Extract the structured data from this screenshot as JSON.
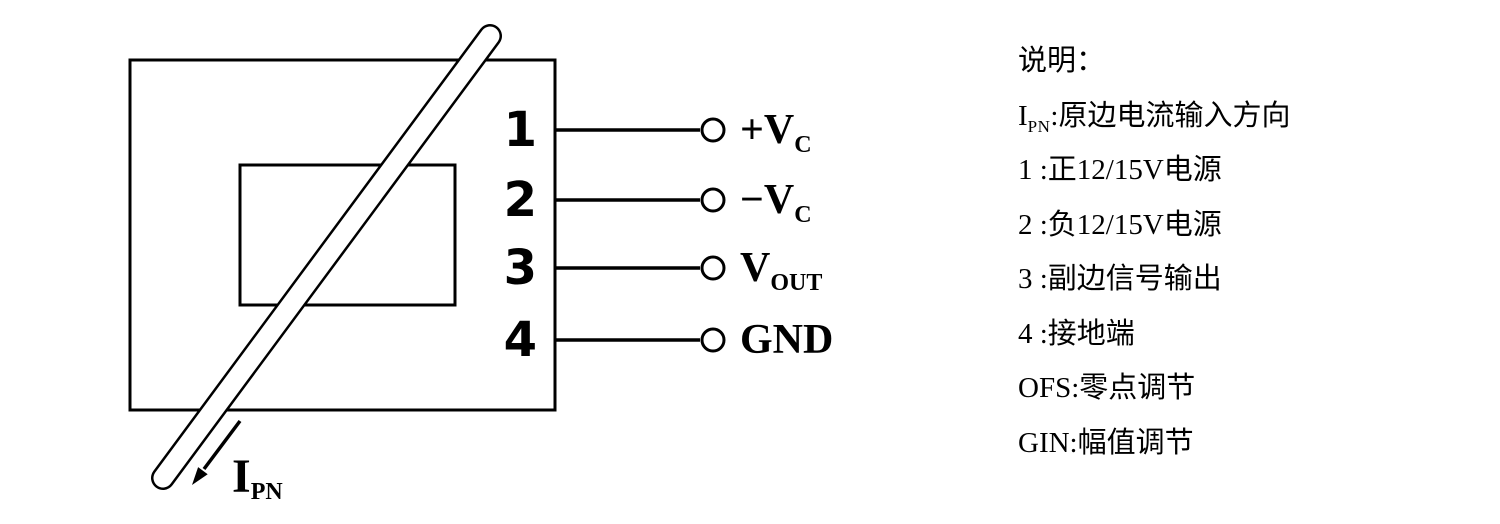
{
  "colors": {
    "ink": "#000000",
    "background": "#ffffff"
  },
  "diagram": {
    "pins": [
      {
        "number": "1",
        "label_main": "+V",
        "label_sub": "C"
      },
      {
        "number": "2",
        "label_main": "−V",
        "label_sub": "C"
      },
      {
        "number": "3",
        "label_main": "V",
        "label_sub": "OUT"
      },
      {
        "number": "4",
        "label_main": "GND",
        "label_sub": ""
      }
    ],
    "current_arrow": {
      "main": "I",
      "sub": "PN"
    }
  },
  "notes": {
    "title": "说明：",
    "items": [
      {
        "pre": "I",
        "sub": "PN",
        "rest": ":原边电流输入方向"
      },
      {
        "pre": "1",
        "sub": "",
        "rest": " :正12/15V电源"
      },
      {
        "pre": "2",
        "sub": "",
        "rest": " :负12/15V电源"
      },
      {
        "pre": "3",
        "sub": "",
        "rest": " :副边信号输出"
      },
      {
        "pre": "4",
        "sub": "",
        "rest": " :接地端"
      },
      {
        "pre": "OFS",
        "sub": "",
        "rest": ":零点调节"
      },
      {
        "pre": "GIN",
        "sub": "",
        "rest": ":幅值调节"
      }
    ]
  }
}
